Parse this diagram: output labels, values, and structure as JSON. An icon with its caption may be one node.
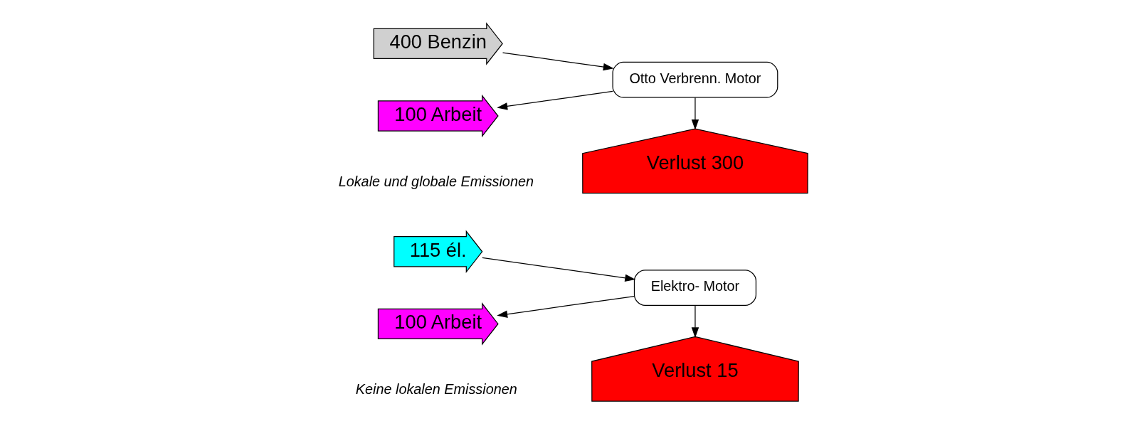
{
  "diagram": {
    "nodes": [
      {
        "text": [
          "Verlust 15"
        ]
      },
      {
        "text": [
          "115 él."
        ]
      },
      {
        "text": [
          "Elektro- Motor"
        ]
      },
      {
        "text": [
          "100 Arbeit"
        ]
      },
      {
        "text": [
          "Verlust 300"
        ]
      },
      {
        "text": [
          "400 Benzin"
        ]
      },
      {
        "text": [
          "Otto Verbrenn. Motor"
        ]
      },
      {
        "text": [
          "100 Arbeit"
        ]
      }
    ],
    "edges": [
      {
        "from": 1,
        "to": 2,
        "arrow": "to"
      },
      {
        "from": 2,
        "to": 3,
        "arrow": "to"
      },
      {
        "from": 2,
        "to": 0,
        "arrow": "to"
      },
      {
        "from": 5,
        "to": 6,
        "arrow": "to"
      },
      {
        "from": 6,
        "to": 7,
        "arrow": "to"
      },
      {
        "from": 6,
        "to": 4,
        "arrow": "to"
      }
    ],
    "labels": [
      "Keine lokalen Emissionen",
      "Lokale und globale Emissionen"
    ]
  }
}
